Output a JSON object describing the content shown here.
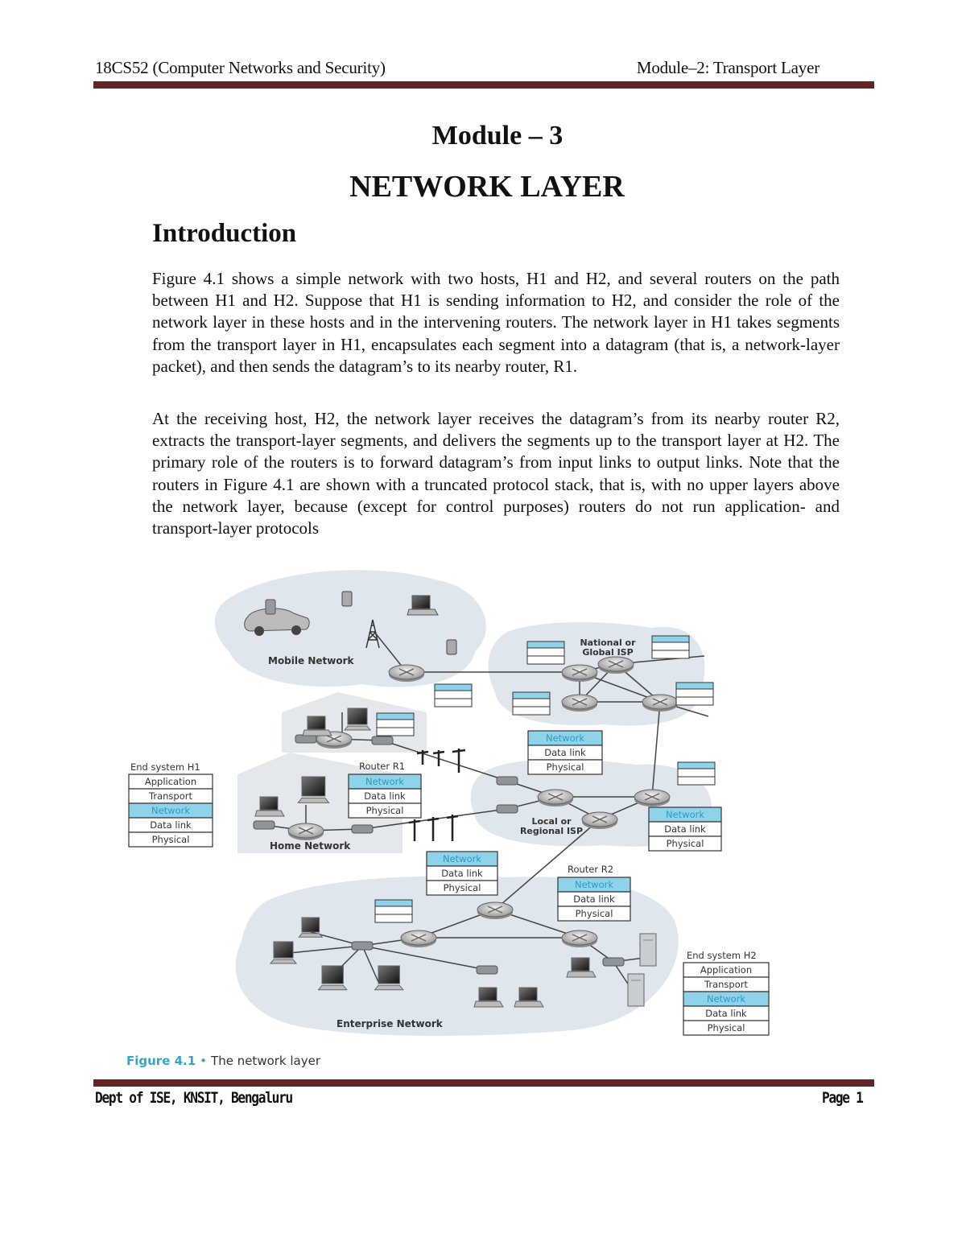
{
  "header": {
    "course": "18CS52 (Computer Networks and Security)",
    "module_ref": "Module–2: Transport Layer"
  },
  "title": {
    "module": "Module – 3",
    "name": "NETWORK LAYER"
  },
  "section": {
    "heading": "Introduction"
  },
  "paragraphs": [
    "Figure 4.1 shows a simple network with two hosts, H1 and H2, and several routers on the path between H1 and H2. Suppose that H1 is sending information to H2, and consider the role of the network layer in these hosts and in the intervening routers. The network layer in H1 takes segments from the transport layer in H1, encapsulates each segment into a datagram (that is, a network-layer packet), and then sends the datagram’s to its nearby router, R1.",
    "At the receiving host, H2, the network layer receives the datagram’s from its nearby router R2, extracts the transport-layer segments, and delivers the segments up to the transport layer at H2. The primary role of the routers is to forward datagram’s from input links to output links. Note that the routers in Figure 4.1 are shown with a truncated protocol stack, that is, with no upper layers above the network layer, because (except for control purposes) routers do not run application- and transport-layer protocols"
  ],
  "figure": {
    "regions": {
      "mobile": "Mobile Network",
      "national_line1": "National or",
      "national_line2": "Global ISP",
      "home": "Home Network",
      "local_line1": "Local or",
      "local_line2": "Regional ISP",
      "enterprise": "Enterprise Network"
    },
    "end_system_h1": {
      "label": "End system H1",
      "layers": [
        "Application",
        "Transport",
        "Network",
        "Data link",
        "Physical"
      ]
    },
    "end_system_h2": {
      "label": "End system H2",
      "layers": [
        "Application",
        "Transport",
        "Network",
        "Data link",
        "Physical"
      ]
    },
    "router_r1": {
      "label": "Router R1",
      "layers": [
        "Network",
        "Data link",
        "Physical"
      ]
    },
    "router_r2": {
      "label": "Router R2",
      "layers": [
        "Network",
        "Data link",
        "Physical"
      ]
    },
    "router_stack": [
      "Network",
      "Data link",
      "Physical"
    ],
    "highlight_color": "#8fd3ea",
    "caption_label": "Figure 4.1",
    "caption_bullet": "•",
    "caption_text": "The network layer"
  },
  "footer": {
    "dept": "Dept of ISE, KNSIT, Bengaluru",
    "page": "Page 1"
  },
  "colors": {
    "rule": "#632523",
    "caption_accent": "#3aa3c9"
  }
}
